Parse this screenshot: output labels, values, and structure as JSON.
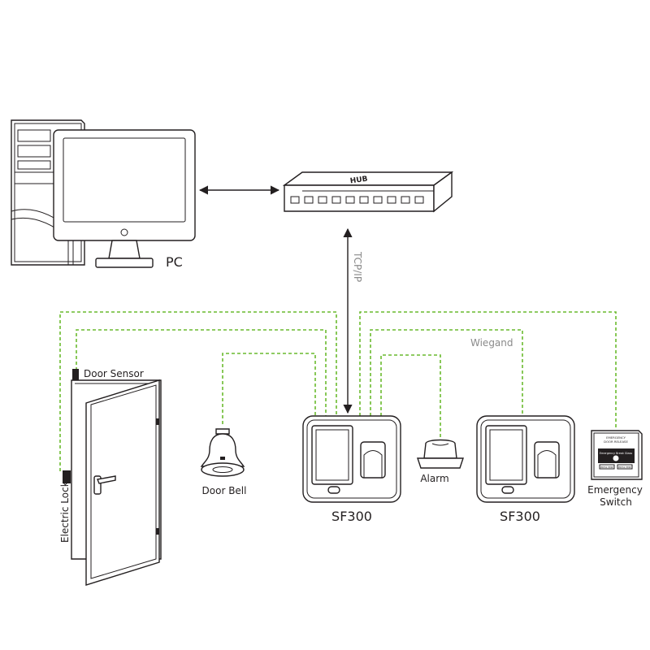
{
  "colors": {
    "wire": "#6aba2e",
    "outline": "#231f20",
    "link": "#231f20",
    "label_grey": "#8a8a8a"
  },
  "nodes": {
    "pc": {
      "label": "PC",
      "icon": "desktop-computer-icon"
    },
    "hub": {
      "label": "HUB",
      "icon": "network-hub-icon"
    },
    "door_sensor": {
      "label": "Door Sensor",
      "icon": "door-sensor-icon"
    },
    "electric_lock": {
      "label": "Electric Lock",
      "icon": "electric-lock-icon"
    },
    "door": {
      "icon": "door-icon"
    },
    "door_bell": {
      "label": "Door Bell",
      "icon": "door-bell-icon"
    },
    "sf300_main": {
      "label": "SF300",
      "icon": "fingerprint-terminal-icon"
    },
    "alarm": {
      "label": "Alarm",
      "icon": "alarm-siren-icon"
    },
    "sf300_slave": {
      "label": "SF300",
      "icon": "fingerprint-terminal-icon"
    },
    "emergency_switch": {
      "label_line1": "Emergency",
      "label_line2": "Switch",
      "icon": "emergency-release-icon",
      "plate_title_line1": "EMERGENCY",
      "plate_title_line2": "DOOR RELEASE",
      "plate_text": "Emergency Break Glass",
      "plate_btn_left": "PRESS HERE",
      "plate_btn_right": "PRESS HERE"
    }
  },
  "links": {
    "tcpip": {
      "label": "TCP/IP"
    },
    "wiegand": {
      "label": "Wiegand"
    }
  }
}
